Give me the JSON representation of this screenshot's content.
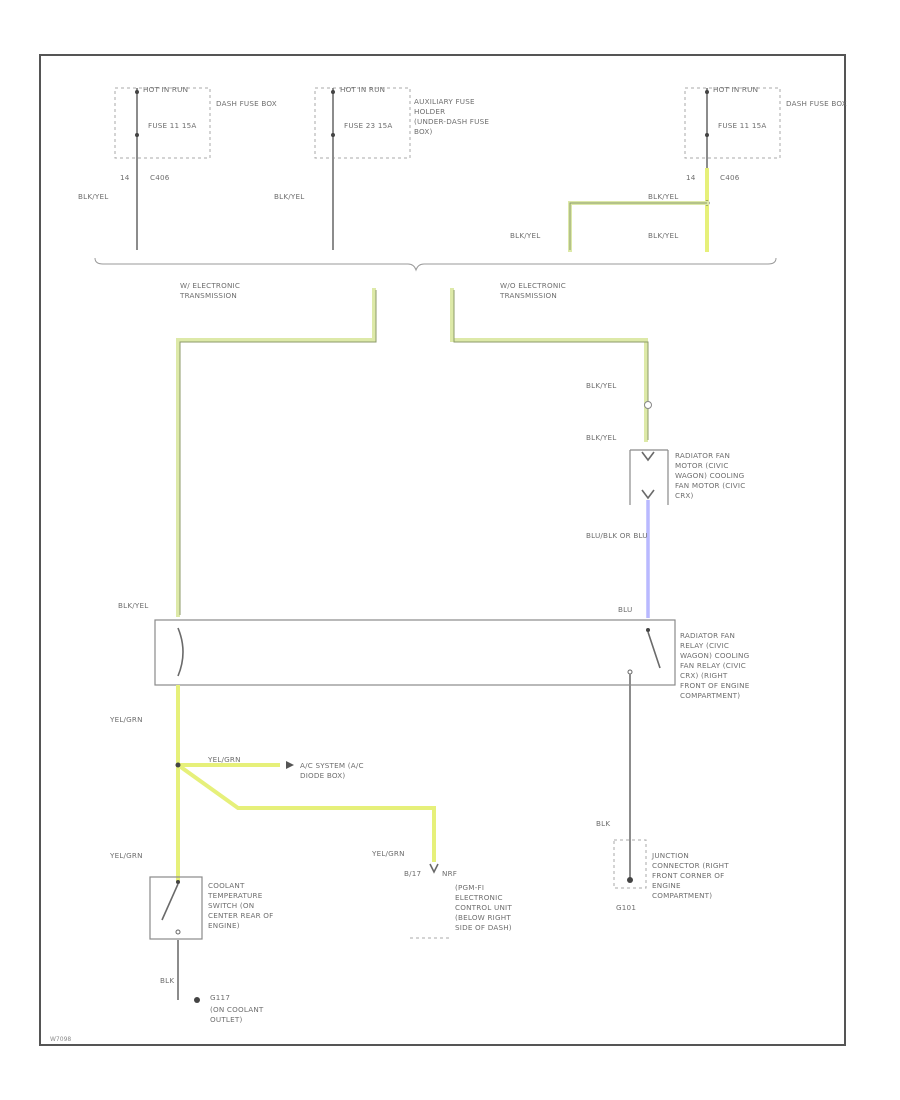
{
  "fuse_left": {
    "label": "HOT IN RUN",
    "fuse": "FUSE 11 15A",
    "box": "DASH FUSE BOX",
    "pin": "14",
    "connector": "C406",
    "wire": "BLK/YEL"
  },
  "fuse_mid": {
    "label": "HOT IN RUN",
    "fuse": "FUSE 23 15A",
    "box": "AUXILIARY FUSE HOLDER (UNDER-DASH FUSE BOX)",
    "wire": "BLK/YEL"
  },
  "fuse_right": {
    "label": "HOT IN RUN",
    "fuse": "FUSE 11 15A",
    "box": "DASH FUSE BOX",
    "pin": "14",
    "connector": "C406",
    "wire_a": "BLK/YEL",
    "wire_b": "BLK/YEL",
    "wire_c": "BLK/YEL"
  },
  "branch": {
    "left": "W/ ELECTRONIC TRANSMISSION",
    "right": "W/O ELECTRONIC TRANSMISSION"
  },
  "fan_motor": {
    "wire_top": "BLK/YEL",
    "wire_top2": "BLK/YEL",
    "label": "RADIATOR FAN MOTOR (CIVIC WAGON) COOLING FAN MOTOR (CIVIC CRX)",
    "wire_bottom": "BLU/BLK OR BLU"
  },
  "relay": {
    "wire_left": "BLK/YEL",
    "wire_right": "BLU",
    "label": "RADIATOR FAN RELAY (CIVIC WAGON) COOLING FAN RELAY (CIVIC CRX) (RIGHT FRONT OF ENGINE COMPARTMENT)"
  },
  "ac": {
    "wire_main": "YEL/GRN",
    "wire_branch": "YEL/GRN",
    "label": "A/C SYSTEM (A/C DIODE BOX)"
  },
  "pgm": {
    "wire": "YEL/GRN",
    "pin": "B/17",
    "connector": "NRF",
    "label": "(PGM-FI ELECTRONIC CONTROL UNIT (BELOW RIGHT SIDE OF DASH)"
  },
  "junction": {
    "wire": "BLK",
    "label": "JUNCTION CONNECTOR (RIGHT FRONT CORNER OF ENGINE COMPARTMENT)",
    "ground": "G101"
  },
  "coolant": {
    "wire_top": "YEL/GRN",
    "label": "COOLANT TEMPERATURE SWITCH (ON CENTER REAR OF ENGINE)",
    "wire_bottom": "BLK",
    "ground": "G117",
    "ground_loc": "(ON COOLANT OUTLET)"
  },
  "footer": {
    "code": "W7098"
  }
}
